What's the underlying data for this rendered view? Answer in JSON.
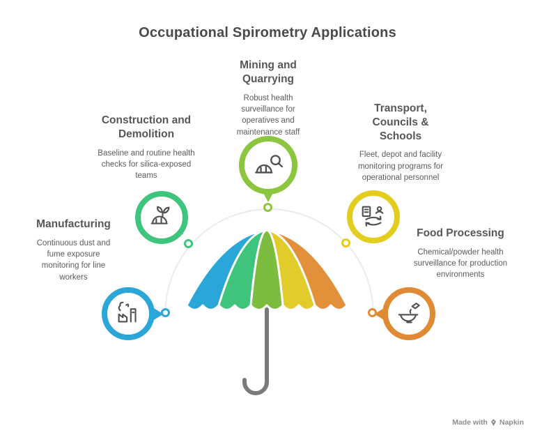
{
  "title": "Occupational Spirometry Applications",
  "theme": {
    "text_dark": "#4a4a4a",
    "text_body": "#5a5b5e",
    "arc": "#ebebeb",
    "pole": "#7a7a7a"
  },
  "sections": [
    {
      "id": "construction",
      "heading": "Construction and Demolition",
      "body": "Baseline and routine health checks for silica-exposed teams",
      "color": "#3FC47E",
      "icon": "hard-hat-plant-icon"
    },
    {
      "id": "mining",
      "heading": "Mining and Quarrying",
      "body": "Robust health surveillance for operatives and maintenance staff",
      "color": "#8CC63F",
      "icon": "hard-hat-magnifier-icon"
    },
    {
      "id": "transport",
      "heading": "Transport, Councils & Schools",
      "body": "Fleet, depot and facility monitoring programs for operational personnel",
      "color": "#E3CD21",
      "icon": "fleet-transfer-icon"
    },
    {
      "id": "manufacturing",
      "heading": "Manufacturing",
      "body": "Continuous dust and fume exposure monitoring for line workers",
      "color": "#2AA6D8",
      "icon": "factory-icon"
    },
    {
      "id": "food",
      "heading": "Food Processing",
      "body": "Chemical/powder health surveillance for production environments",
      "color": "#E08A33",
      "icon": "bowl-pour-icon"
    }
  ],
  "umbrella": {
    "panel_colors": [
      "#2AA6D8",
      "#3FC47E",
      "#7CBC3F",
      "#E2CC2B",
      "#E2903A"
    ]
  },
  "watermark": {
    "made_with": "Made with",
    "brand": "Napkin",
    "icon": "pen-nib-icon"
  }
}
